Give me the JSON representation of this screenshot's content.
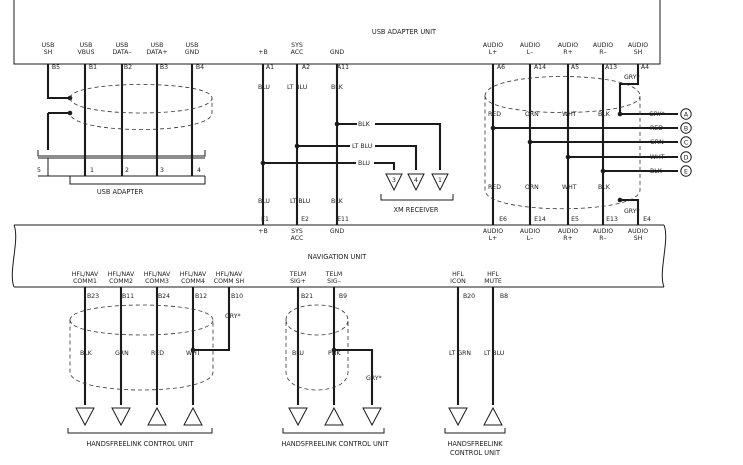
{
  "units": {
    "usb_adapter_unit": "USB ADAPTER UNIT",
    "navigation_unit": "NAVIGATION UNIT"
  },
  "top": {
    "usb_sh": [
      "USB",
      "SH",
      "B5"
    ],
    "usb_vbus": [
      "USB",
      "VBUS",
      "B1"
    ],
    "usb_data_minus": [
      "USB",
      "DATA–",
      "B2"
    ],
    "usb_data_plus": [
      "USB",
      "DATA+",
      "B3"
    ],
    "usb_gnd": [
      "USB",
      "GND",
      "B4"
    ],
    "plus_b": [
      "+B",
      "A1"
    ],
    "sys_acc": [
      "SYS",
      "ACC",
      "A2"
    ],
    "gnd": [
      "GND",
      "A11"
    ],
    "audio_lp": [
      "AUDIO",
      "L+",
      "A6"
    ],
    "audio_lm": [
      "AUDIO",
      "L–",
      "A14"
    ],
    "audio_rp": [
      "AUDIO",
      "R+",
      "A5"
    ],
    "audio_rm": [
      "AUDIO",
      "R–",
      "A13"
    ],
    "audio_sh": [
      "AUDIO",
      "SH",
      "A4"
    ]
  },
  "usb_adapter": {
    "pins": [
      "5",
      "1",
      "2",
      "3",
      "4"
    ],
    "label": "USB ADAPTER"
  },
  "xm": {
    "pins": [
      "3",
      "4",
      "1"
    ],
    "label": "XM RECEIVER"
  },
  "colors": {
    "blu": "BLU",
    "ltblu": "LT BLU",
    "blk": "BLK",
    "red": "RED",
    "orn": "ORN",
    "wht": "WHT",
    "grn": "GRN",
    "gry_star": "GRY*",
    "pnk": "PNK",
    "ltgrn": "LT GRN"
  },
  "refs": [
    "A",
    "B",
    "C",
    "D",
    "E"
  ],
  "nav_top": {
    "e1": "E1",
    "e2": "E2",
    "e11": "E11",
    "e6": "E6",
    "e14": "E14",
    "e5": "E5",
    "e13": "E13",
    "e4": "E4",
    "plus_b": "+B",
    "sys_acc": [
      "SYS",
      "ACC"
    ],
    "gnd": "GND",
    "audio_lp": [
      "AUDIO",
      "L+"
    ],
    "audio_lm": [
      "AUDIO",
      "L–"
    ],
    "audio_rp": [
      "AUDIO",
      "R+"
    ],
    "audio_rm": [
      "AUDIO",
      "R–"
    ],
    "audio_sh": [
      "AUDIO",
      "SH"
    ]
  },
  "nav_bottom": {
    "hfl_comm1": [
      "HFL/NAV",
      "COMM1",
      "B23"
    ],
    "hfl_comm2": [
      "HFL/NAV",
      "COMM2",
      "B11"
    ],
    "hfl_comm3": [
      "HFL/NAV",
      "COMM3",
      "B24"
    ],
    "hfl_comm4": [
      "HFL/NAV",
      "COMM4",
      "B12"
    ],
    "hfl_comm_sh": [
      "HFL/NAV",
      "COMM SH",
      "B10"
    ],
    "telm_sig_plus": [
      "TELM",
      "SIG+",
      "B21"
    ],
    "telm_sig_minus": [
      "TELM",
      "SIG–",
      "B9"
    ],
    "hfl_icon": [
      "HFL",
      "ICON",
      "B20"
    ],
    "hfl_mute": [
      "HFL",
      "MUTE",
      "B8"
    ]
  },
  "hfl_units": [
    "HANDSFREELINK CONTROL UNIT",
    "HANDSFREELINK CONTROL UNIT",
    "HANDSFREELINK",
    "CONTROL UNIT"
  ]
}
